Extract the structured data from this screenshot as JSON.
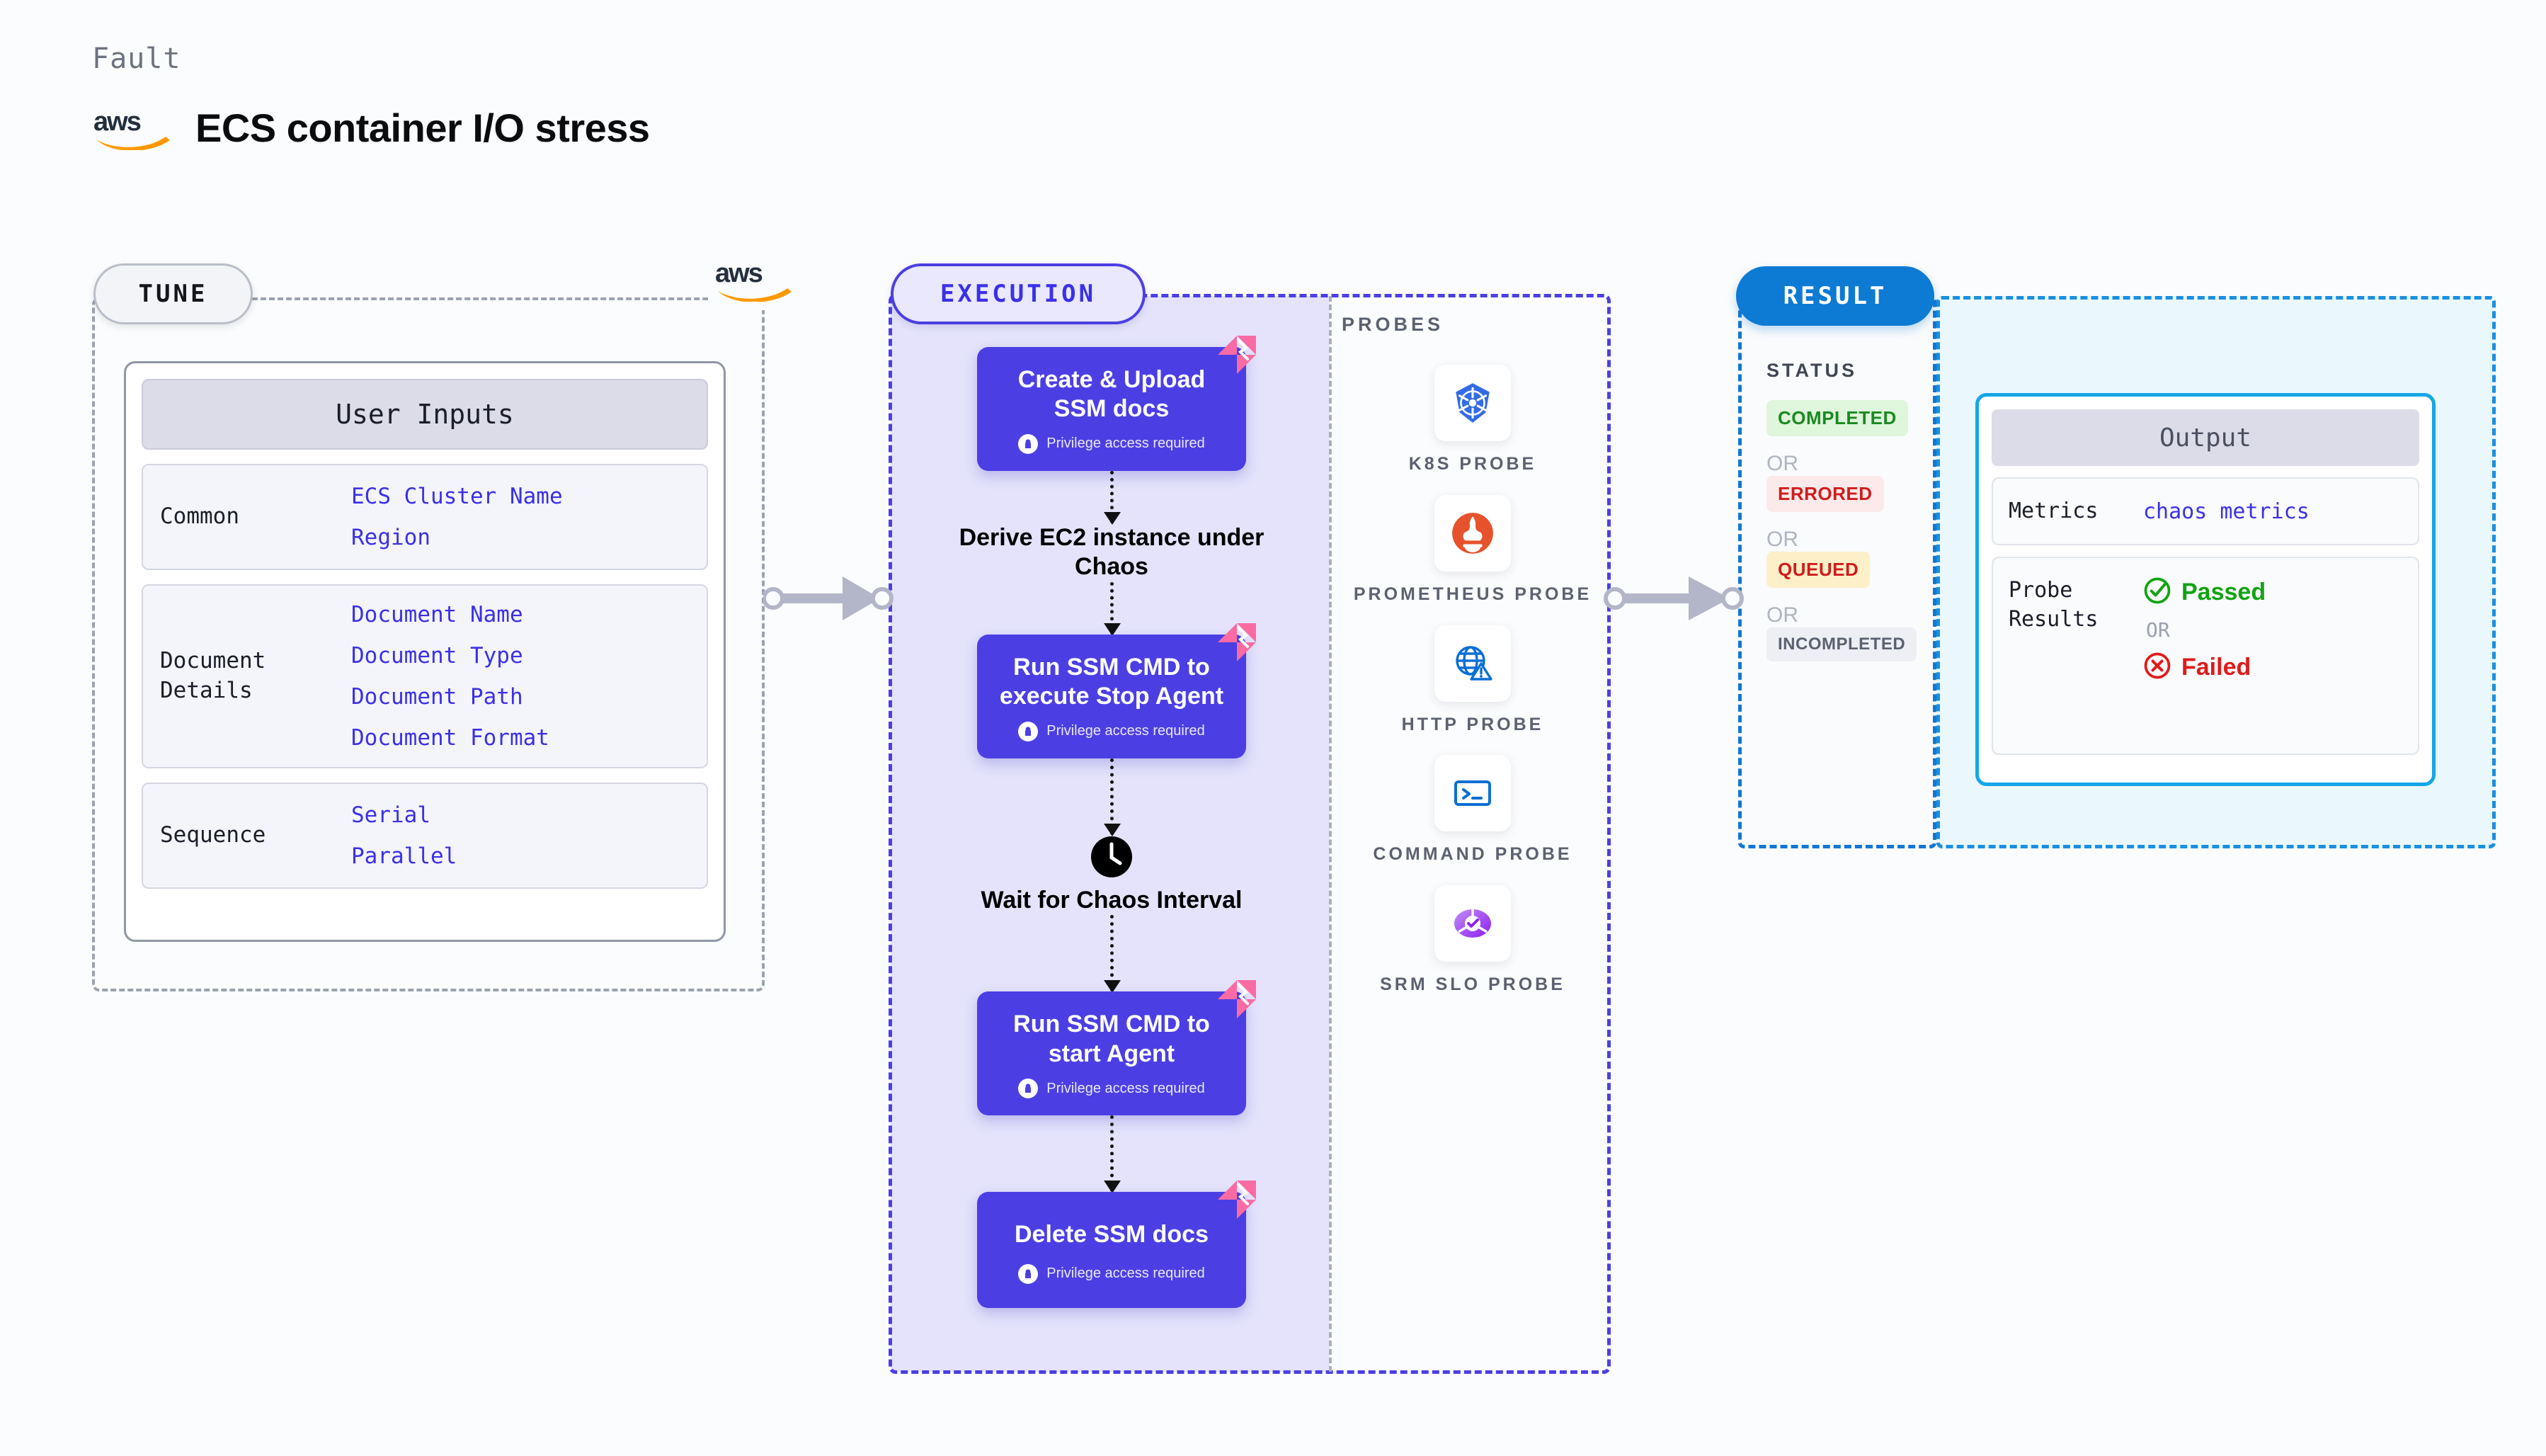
{
  "header": {
    "kicker": "Fault",
    "logo": "aws-logo",
    "title": "ECS container I/O stress"
  },
  "tune": {
    "badge": "TUNE",
    "logo": "aws-logo",
    "card_title": "User Inputs",
    "groups": [
      {
        "label": "Common",
        "values": [
          "ECS Cluster Name",
          "Region"
        ]
      },
      {
        "label": "Document\nDetails",
        "values": [
          "Document Name",
          "Document Type",
          "Document Path",
          "Document Format"
        ]
      },
      {
        "label": "Sequence",
        "values": [
          "Serial",
          "Parallel"
        ]
      }
    ]
  },
  "execution": {
    "badge": "EXECUTION",
    "privilege_note": "Privilege access required",
    "steps": [
      {
        "type": "node",
        "title": "Create & Upload SSM docs",
        "privileged": true,
        "icon": "harness-badge-icon"
      },
      {
        "type": "plain",
        "title": "Derive EC2 instance under Chaos",
        "icon": null
      },
      {
        "type": "node",
        "title": "Run SSM CMD to execute Stop Agent",
        "privileged": true,
        "icon": "harness-badge-icon"
      },
      {
        "type": "plain",
        "title": "Wait for Chaos Interval",
        "icon": "clock-icon"
      },
      {
        "type": "node",
        "title": "Run SSM CMD to start Agent",
        "privileged": true,
        "icon": "harness-badge-icon"
      },
      {
        "type": "node",
        "title": "Delete SSM docs",
        "privileged": true,
        "icon": "harness-badge-icon"
      }
    ]
  },
  "probes": {
    "title": "PROBES",
    "items": [
      {
        "label": "K8S PROBE",
        "icon": "kubernetes-icon"
      },
      {
        "label": "PROMETHEUS PROBE",
        "icon": "prometheus-icon"
      },
      {
        "label": "HTTP PROBE",
        "icon": "globe-warning-icon"
      },
      {
        "label": "COMMAND PROBE",
        "icon": "terminal-icon"
      },
      {
        "label": "SRM SLO PROBE",
        "icon": "srm-slo-icon"
      }
    ]
  },
  "result": {
    "badge": "RESULT",
    "status_title": "STATUS",
    "or_label": "OR",
    "statuses": [
      {
        "label": "COMPLETED",
        "color": "#1a8a1f",
        "bg": "#dff5dc"
      },
      {
        "label": "ERRORED",
        "color": "#cf1c1c",
        "bg": "#fceaea"
      },
      {
        "label": "QUEUED",
        "color": "#cf1c1c",
        "bg": "#fdf0c8"
      },
      {
        "label": "INCOMPLETED",
        "color": "#5b6170",
        "bg": "#eeeff4"
      }
    ],
    "output": {
      "title": "Output",
      "metrics_label": "Metrics",
      "metrics_value": "chaos metrics",
      "probe_results_label": "Probe\nResults",
      "passed_label": "Passed",
      "failed_label": "Failed",
      "or_label": "OR",
      "passed_color": "#12a312",
      "failed_color": "#e01b1b"
    }
  },
  "colors": {
    "primary_purple": "#4b3fe4",
    "accent_pink": "#fb6ba3",
    "result_blue": "#0d7ad4",
    "output_cyan": "#14a6e8",
    "aws_orange": "#ff9900"
  }
}
